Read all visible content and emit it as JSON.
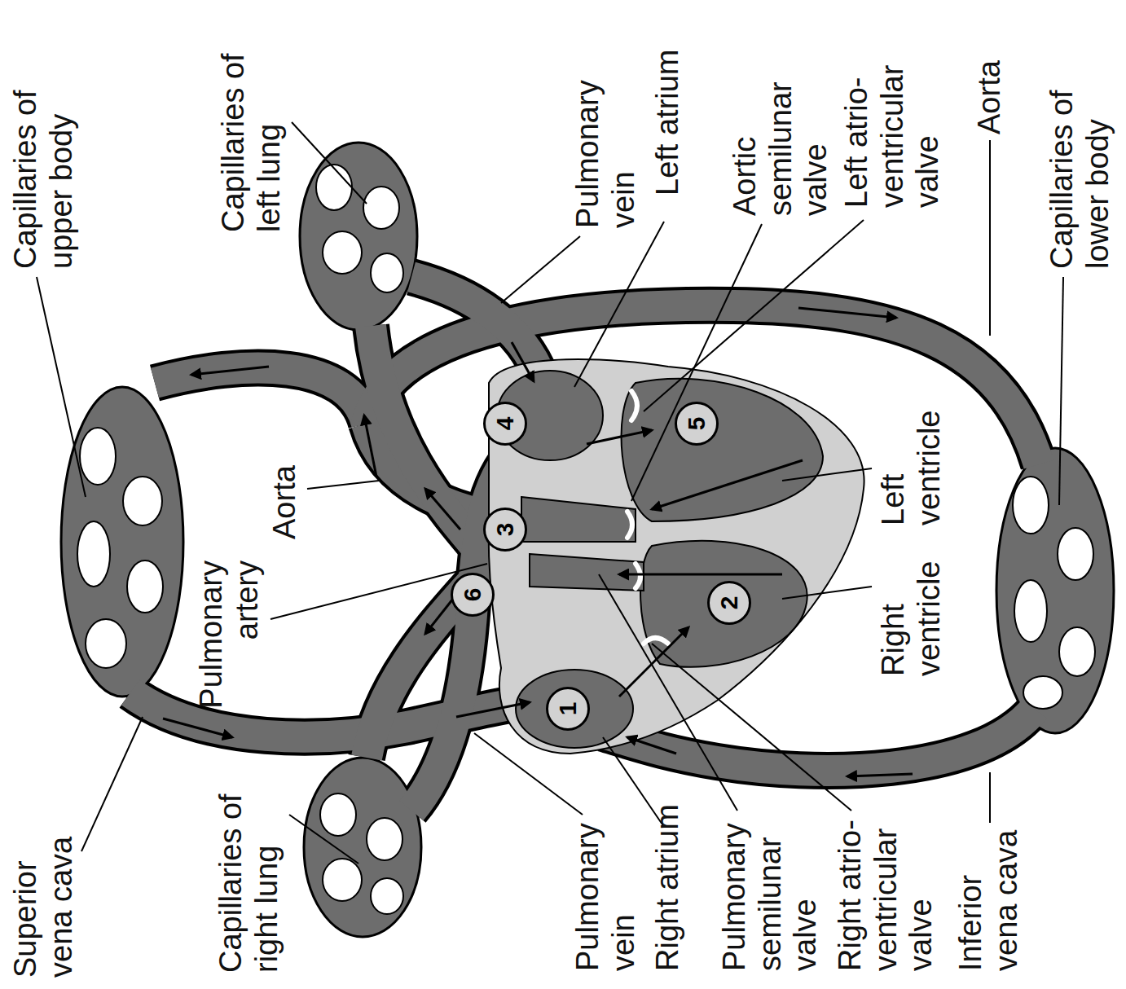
{
  "diagram": {
    "nodes": [
      {
        "text": [
          "1"
        ]
      },
      {
        "text": [
          "2"
        ]
      },
      {
        "text": [
          "3"
        ]
      },
      {
        "text": [
          "4"
        ]
      },
      {
        "text": [
          "5"
        ]
      },
      {
        "text": [
          "6"
        ]
      }
    ],
    "labels": [
      "Superior vena cava",
      "Capillaries of upper body",
      "Capillaries of left lung",
      "Pulmonary vein",
      "Left atrium",
      "Aortic semilunar valve",
      "Left atrio-ventricular valve",
      "Aorta",
      "Capillaries of lower body",
      "Left ventricle",
      "Aorta",
      "Pulmonary artery",
      "Right ventricle",
      "Capillaries of right lung",
      "Pulmonary vein",
      "Right atrium",
      "Pulmonary semilunar valve",
      "Right atrio-ventricular valve",
      "Inferior vena cava"
    ]
  }
}
